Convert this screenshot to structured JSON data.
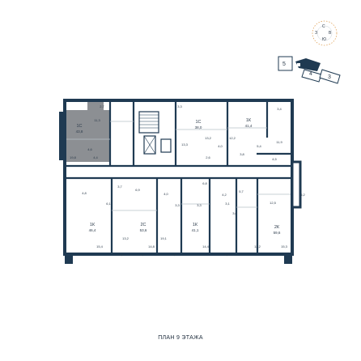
{
  "floor_caption": "ПЛАН 9 ЭТАЖА",
  "compass": {
    "letters": [
      "С",
      "В",
      "З",
      "Ю"
    ]
  },
  "sections": {
    "left": "5",
    "current": "4",
    "right": "3"
  },
  "colors": {
    "wall": "#1f3a52",
    "highlight": "#8c8f93",
    "accent": "#e0a35a",
    "line": "#b7c0c8"
  },
  "apartments": [
    {
      "type": "1С",
      "area": "43,8",
      "highlighted": true
    },
    {
      "type": "1С",
      "area": "38,0",
      "highlighted": false
    },
    {
      "type": "1К",
      "area": "41,4",
      "highlighted": false
    },
    {
      "type": "1К",
      "area": "46,4",
      "highlighted": false
    },
    {
      "type": "2С",
      "area": "53,6",
      "highlighted": false
    },
    {
      "type": "1К",
      "area": "41,1",
      "highlighted": false
    },
    {
      "type": "2К",
      "area": "59,6",
      "highlighted": false
    }
  ],
  "room_areas": {
    "a1": [
      "11,3",
      "19,8",
      "4,6",
      "4,4",
      "2,7"
    ],
    "a2": [
      "3,3",
      "13,2",
      "13,3",
      "2,6"
    ],
    "a3": [
      "12,2",
      "5,4",
      "3,8",
      "4,0",
      "3,4",
      "11,9",
      "4,5"
    ],
    "a4": [
      "4,8",
      "6,1",
      "3,7",
      "15,4",
      "2,8"
    ],
    "a5": [
      "6,9",
      "4,0",
      "3,3",
      "13,2",
      "19,1",
      "14,8",
      "1,1",
      "2,8"
    ],
    "a6": [
      "6,8",
      "3,3",
      "14,4",
      "2,6"
    ],
    "a7": [
      "4,2",
      "5,7",
      "3,1",
      "3,0",
      "12,5",
      "6,2",
      "12,2",
      "15,3"
    ]
  }
}
